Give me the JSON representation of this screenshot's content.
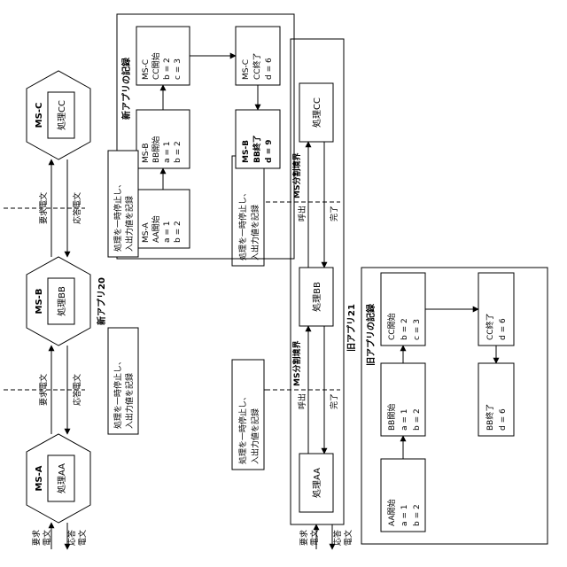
{
  "old_app": {
    "title": "旧アプリ21",
    "processes": [
      "処理AA",
      "処理BB",
      "処理CC"
    ],
    "request_label": [
      "要求",
      "電文"
    ],
    "response_label": [
      "応答",
      "電文"
    ],
    "call_label": "呼出",
    "done_label": "完了",
    "boundary_label": "MS分割境界",
    "callouts": [
      [
        "処理を一時停止し、",
        "入出力値を記録"
      ],
      [
        "処理を一時停止し、",
        "入出力値を記録"
      ]
    ],
    "record": {
      "title": "旧アプリの記録",
      "entries": [
        [
          "AA開始",
          "a = 1",
          "b = 2"
        ],
        [
          "BB開始",
          "a = 1",
          "b = 2"
        ],
        [
          "CC開始",
          "b = 2",
          "c = 3"
        ],
        [
          "BB終了",
          "d = 6"
        ],
        [
          "CC終了",
          "d = 6"
        ]
      ]
    }
  },
  "new_app": {
    "title": "新アプリ20",
    "services": [
      {
        "name": "MS-A",
        "process": "処理AA"
      },
      {
        "name": "MS-B",
        "process": "処理BB"
      },
      {
        "name": "MS-C",
        "process": "処理CC"
      }
    ],
    "request_label": [
      "要求",
      "電文"
    ],
    "response_label": [
      "応答",
      "電文"
    ],
    "req_msg": "要求電文",
    "resp_msg": "応答電文",
    "callouts": [
      [
        "処理を一時停止し、",
        "入出力値を記録"
      ],
      [
        "処理を一時停止し、",
        "入出力値を記録"
      ]
    ],
    "record": {
      "title": "新アプリの記録",
      "entries": [
        [
          "MS-A",
          "AA開始",
          "a = 1",
          "b = 2"
        ],
        [
          "MS-B",
          "BB開始",
          "a = 1",
          "b = 2"
        ],
        [
          "MS-C",
          "CC開始",
          "b = 2",
          "c = 3"
        ],
        [
          "MS-B",
          "BB終了",
          "d = 9"
        ],
        [
          "MS-C",
          "CC終了",
          "d = 6"
        ]
      ]
    }
  }
}
